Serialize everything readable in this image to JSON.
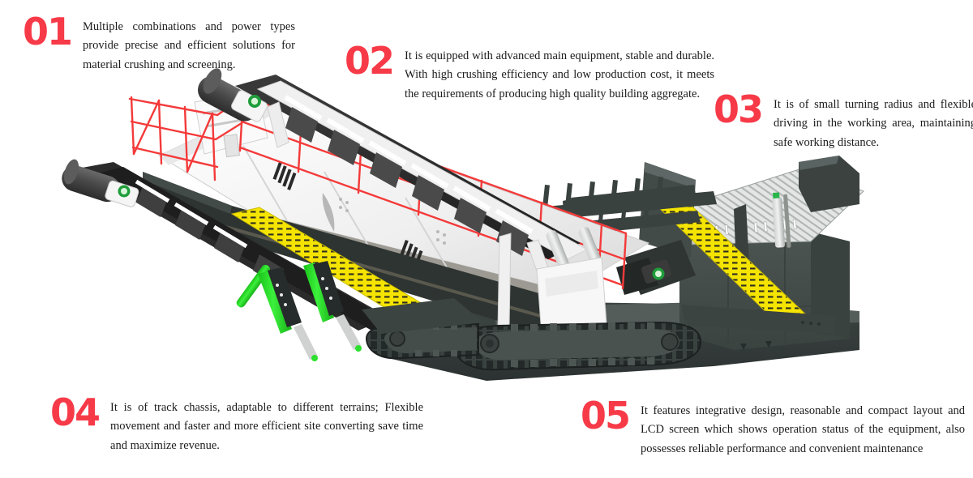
{
  "page": {
    "background_color": "#ffffff",
    "subject": "mobile tracked crushing and screening plant",
    "accent_color": "#f73a48",
    "text_color": "#1b1b1b"
  },
  "callouts": [
    {
      "number": "01",
      "text": "Multiple combinations and power types provide precise and efficient solutions for material crushing and screening."
    },
    {
      "number": "02",
      "text": "It is equipped with advanced main equipment, stable and durable. With high crushing efficiency and low production cost, it meets the requirements of producing high quality building aggregate."
    },
    {
      "number": "03",
      "text": "It is of small turning radius and flexible driving in the working area, maintaining safe working distance."
    },
    {
      "number": "04",
      "text": "It is of track chassis, adaptable to different terrains; Flexible movement and faster and more efficient site converting save time and maximize revenue."
    },
    {
      "number": "05",
      "text": "It features integrative design, reasonable and compact layout and LCD screen which shows operation status of the equipment, also possesses reliable performance and convenient maintenance"
    }
  ],
  "illustration": {
    "palette": {
      "body_dark": "#454d4b",
      "body_darker": "#333a38",
      "body_shadow": "#272d2c",
      "belt_black": "#2b2b2b",
      "belt_dark": "#3b3b3b",
      "panel_white": "#f2f2f2",
      "panel_light": "#dcdcdc",
      "grating_yellow": "#f5e400",
      "hydraulic_green": "#2ee02e",
      "railing_red": "#f43a3a",
      "screen_mesh": "#d9dcda",
      "metal_silver": "#b9bcbb"
    },
    "parts": [
      "upper-discharge-conveyor",
      "side-discharge-conveyor",
      "vibrating-screen-box",
      "red-handrail-platform",
      "yellow-walkway-grating",
      "main-chassis-frame",
      "feed-hopper",
      "hopper-grizzly-mesh",
      "crawler-track-left",
      "crawler-track-right",
      "green-hydraulic-cylinders",
      "drive-motors"
    ]
  }
}
